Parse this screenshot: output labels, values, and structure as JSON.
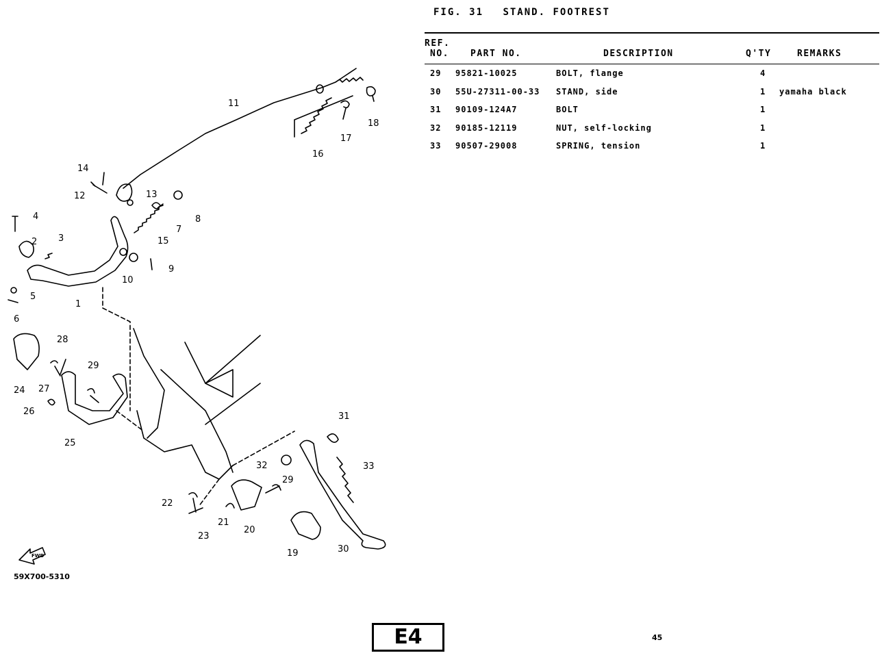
{
  "header": {
    "fig_label": "FIG. 31",
    "fig_title": "STAND. FOOTREST"
  },
  "table": {
    "col_ref_line1": "REF.",
    "col_ref_line2": "NO.",
    "col_part": "PART NO.",
    "col_desc": "DESCRIPTION",
    "col_qty": "Q'TY",
    "col_remarks": "REMARKS",
    "rows": [
      {
        "ref": "29",
        "part": "95821-10025",
        "desc": "BOLT, flange",
        "qty": "4",
        "remarks": ""
      },
      {
        "ref": "30",
        "part": "55U-27311-00-33",
        "desc": "STAND, side",
        "qty": "1",
        "remarks": "yamaha black"
      },
      {
        "ref": "31",
        "part": "90109-124A7",
        "desc": "BOLT",
        "qty": "1",
        "remarks": ""
      },
      {
        "ref": "32",
        "part": "90185-12119",
        "desc": "NUT, self-locking",
        "qty": "1",
        "remarks": ""
      },
      {
        "ref": "33",
        "part": "90507-29008",
        "desc": "SPRING, tension",
        "qty": "1",
        "remarks": ""
      }
    ]
  },
  "diagram": {
    "callouts": [
      "11",
      "18",
      "17",
      "16",
      "14",
      "12",
      "13",
      "8",
      "7",
      "15",
      "4",
      "2",
      "3",
      "10",
      "9",
      "5",
      "1",
      "6",
      "28",
      "29",
      "24",
      "27",
      "26",
      "25",
      "31",
      "33",
      "32",
      "29",
      "22",
      "21",
      "20",
      "23",
      "19",
      "30"
    ],
    "fwd_arrow_label": "FWD"
  },
  "footer": {
    "code": "59X700-5310",
    "section_box": "E4",
    "page_number": "45"
  }
}
